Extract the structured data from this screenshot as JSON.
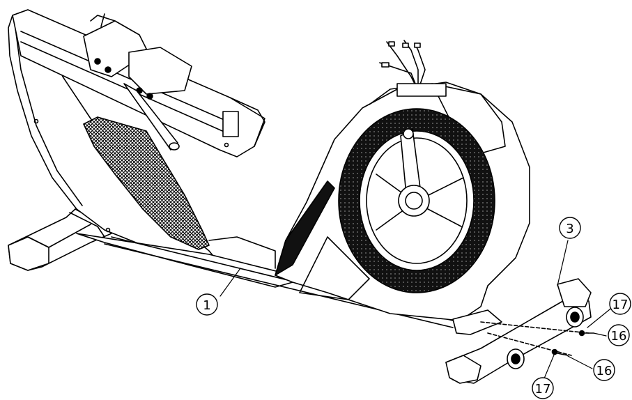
{
  "diagram": {
    "callouts": [
      {
        "id": "part-1",
        "label": "1"
      },
      {
        "id": "part-3",
        "label": "3"
      },
      {
        "id": "part-17-upper",
        "label": "17"
      },
      {
        "id": "part-16-upper",
        "label": "16"
      },
      {
        "id": "part-16-lower",
        "label": "16"
      },
      {
        "id": "part-17-lower",
        "label": "17"
      }
    ]
  }
}
